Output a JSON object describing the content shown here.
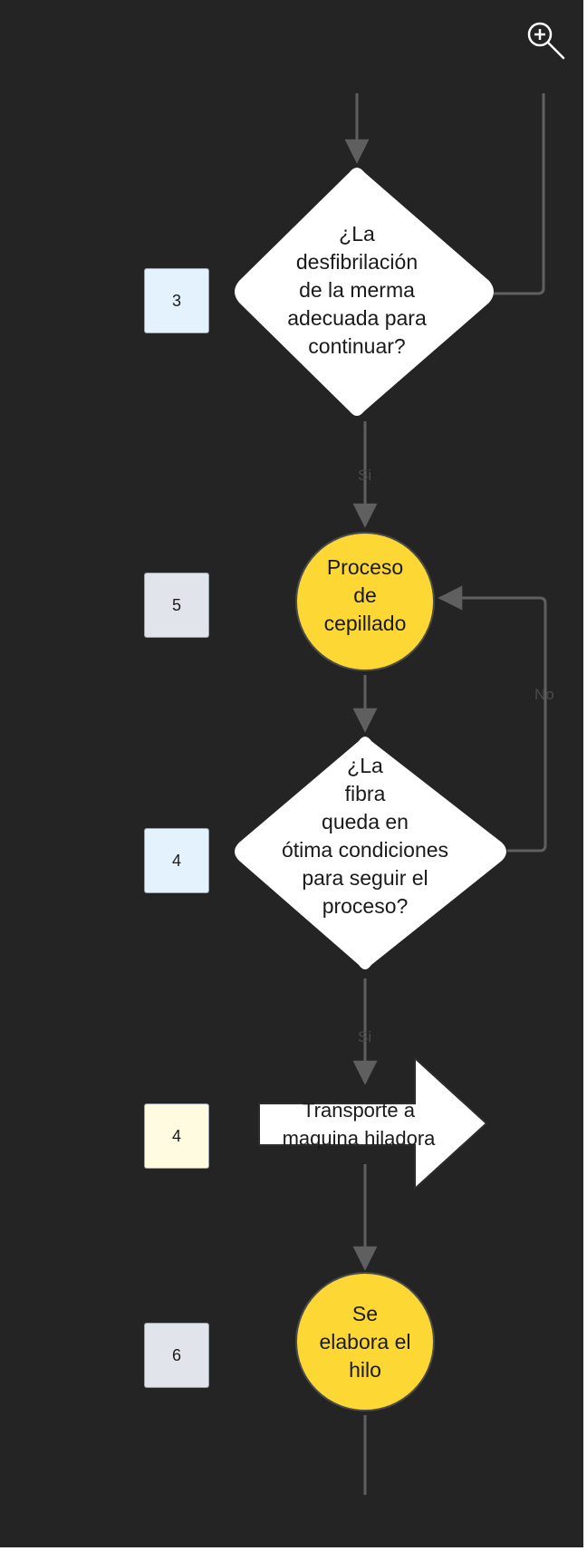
{
  "toolbar": {
    "zoom_icon": "zoom-in-icon"
  },
  "colors": {
    "canvas": "#242424",
    "connector": "#5f5f5f",
    "decision_fill": "#ffffff",
    "process_fill": "#fdd835",
    "badge_blue": "#e3f2fd",
    "badge_gray": "#e1e4ea",
    "badge_yellow": "#fffbe0"
  },
  "nodes": {
    "decision_1": {
      "lines": [
        "¿La",
        "desfibrilación",
        "de la merma",
        "adecuada para",
        "continuar?"
      ]
    },
    "process_1": {
      "lines": [
        "Proceso",
        "de",
        "cepillado"
      ]
    },
    "decision_2": {
      "lines": [
        "¿La",
        "fibra",
        "queda en",
        "ótima condiciones",
        "para seguir el",
        "proceso?"
      ]
    },
    "transport_1": {
      "lines": [
        "Transporte a",
        "maquina hiladora"
      ]
    },
    "process_2": {
      "lines": [
        "Se",
        "elabora el",
        "hilo"
      ]
    }
  },
  "badges": [
    "3",
    "5",
    "4",
    "4",
    "6"
  ],
  "edge_labels": {
    "yes_1": "Si",
    "no_1": "No",
    "yes_2": "Si"
  }
}
